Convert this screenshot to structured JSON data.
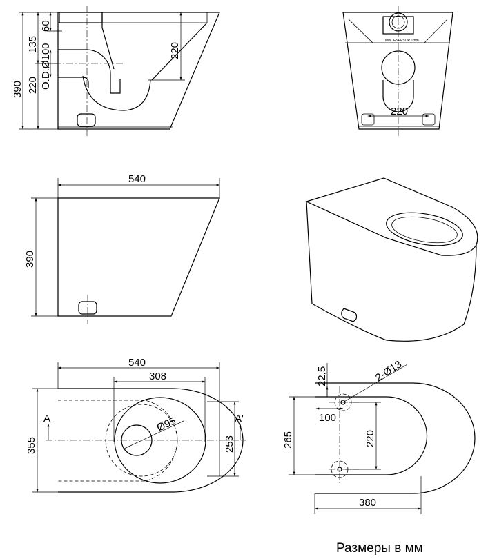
{
  "colors": {
    "line": "#000000",
    "background": "#ffffff"
  },
  "side_section": {
    "dim_60": "60",
    "dim_135": "135",
    "dim_od100": "O.D.Ø100",
    "dim_220_left": "220",
    "dim_390": "390",
    "dim_220_inner": "220"
  },
  "rear_view": {
    "plate_text": "MIN. ESPESOR 1mm",
    "dim_220": "220"
  },
  "side_view": {
    "dim_540": "540",
    "dim_390": "390"
  },
  "top_view": {
    "dim_540": "540",
    "dim_308": "308",
    "dim_355": "355",
    "dim_253": "253",
    "dim_d95": "Ø95",
    "section_a": "A",
    "section_a_prime": "A'"
  },
  "bottom_view": {
    "dim_22_5": "22,5",
    "dim_2xd13": "2-Ø13",
    "dim_100": "100",
    "dim_265": "265",
    "dim_220": "220",
    "dim_380": "380"
  },
  "caption": "Размеры в мм"
}
